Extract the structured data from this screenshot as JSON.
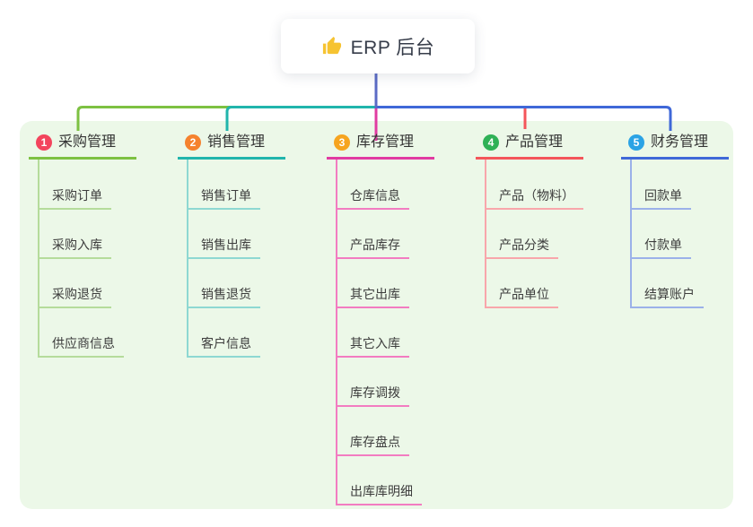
{
  "root": {
    "label": "ERP 后台",
    "icon": "thumbs-up"
  },
  "colors": {
    "root_line": "#5b6bc5",
    "panel_bg": "#ecf8e8",
    "icon_gold": "#f6c331"
  },
  "branches": [
    {
      "index": "1",
      "label": "采购管理",
      "color": "#7dc142",
      "light_color": "#b5dc9b",
      "badge_color": "#f3445d",
      "children": [
        "采购订单",
        "采购入库",
        "采购退货",
        "供应商信息"
      ]
    },
    {
      "index": "2",
      "label": "销售管理",
      "color": "#21b5ac",
      "light_color": "#8ed8d2",
      "badge_color": "#f5822e",
      "children": [
        "销售订单",
        "销售出库",
        "销售退货",
        "客户信息"
      ]
    },
    {
      "index": "3",
      "label": "库存管理",
      "color": "#e13ba2",
      "light_color": "#f27cc1",
      "badge_color": "#f6a41f",
      "children": [
        "仓库信息",
        "产品库存",
        "其它出库",
        "其它入库",
        "库存调拨",
        "库存盘点",
        "出库库明细"
      ]
    },
    {
      "index": "4",
      "label": "产品管理",
      "color": "#f4555a",
      "light_color": "#f8a6ab",
      "badge_color": "#2fb156",
      "children": [
        "产品（物料）",
        "产品分类",
        "产品单位"
      ]
    },
    {
      "index": "5",
      "label": "财务管理",
      "color": "#3f68d8",
      "light_color": "#9bb1e9",
      "badge_color": "#2ba3e5",
      "children": [
        "回款单",
        "付款单",
        "结算账户"
      ]
    }
  ]
}
